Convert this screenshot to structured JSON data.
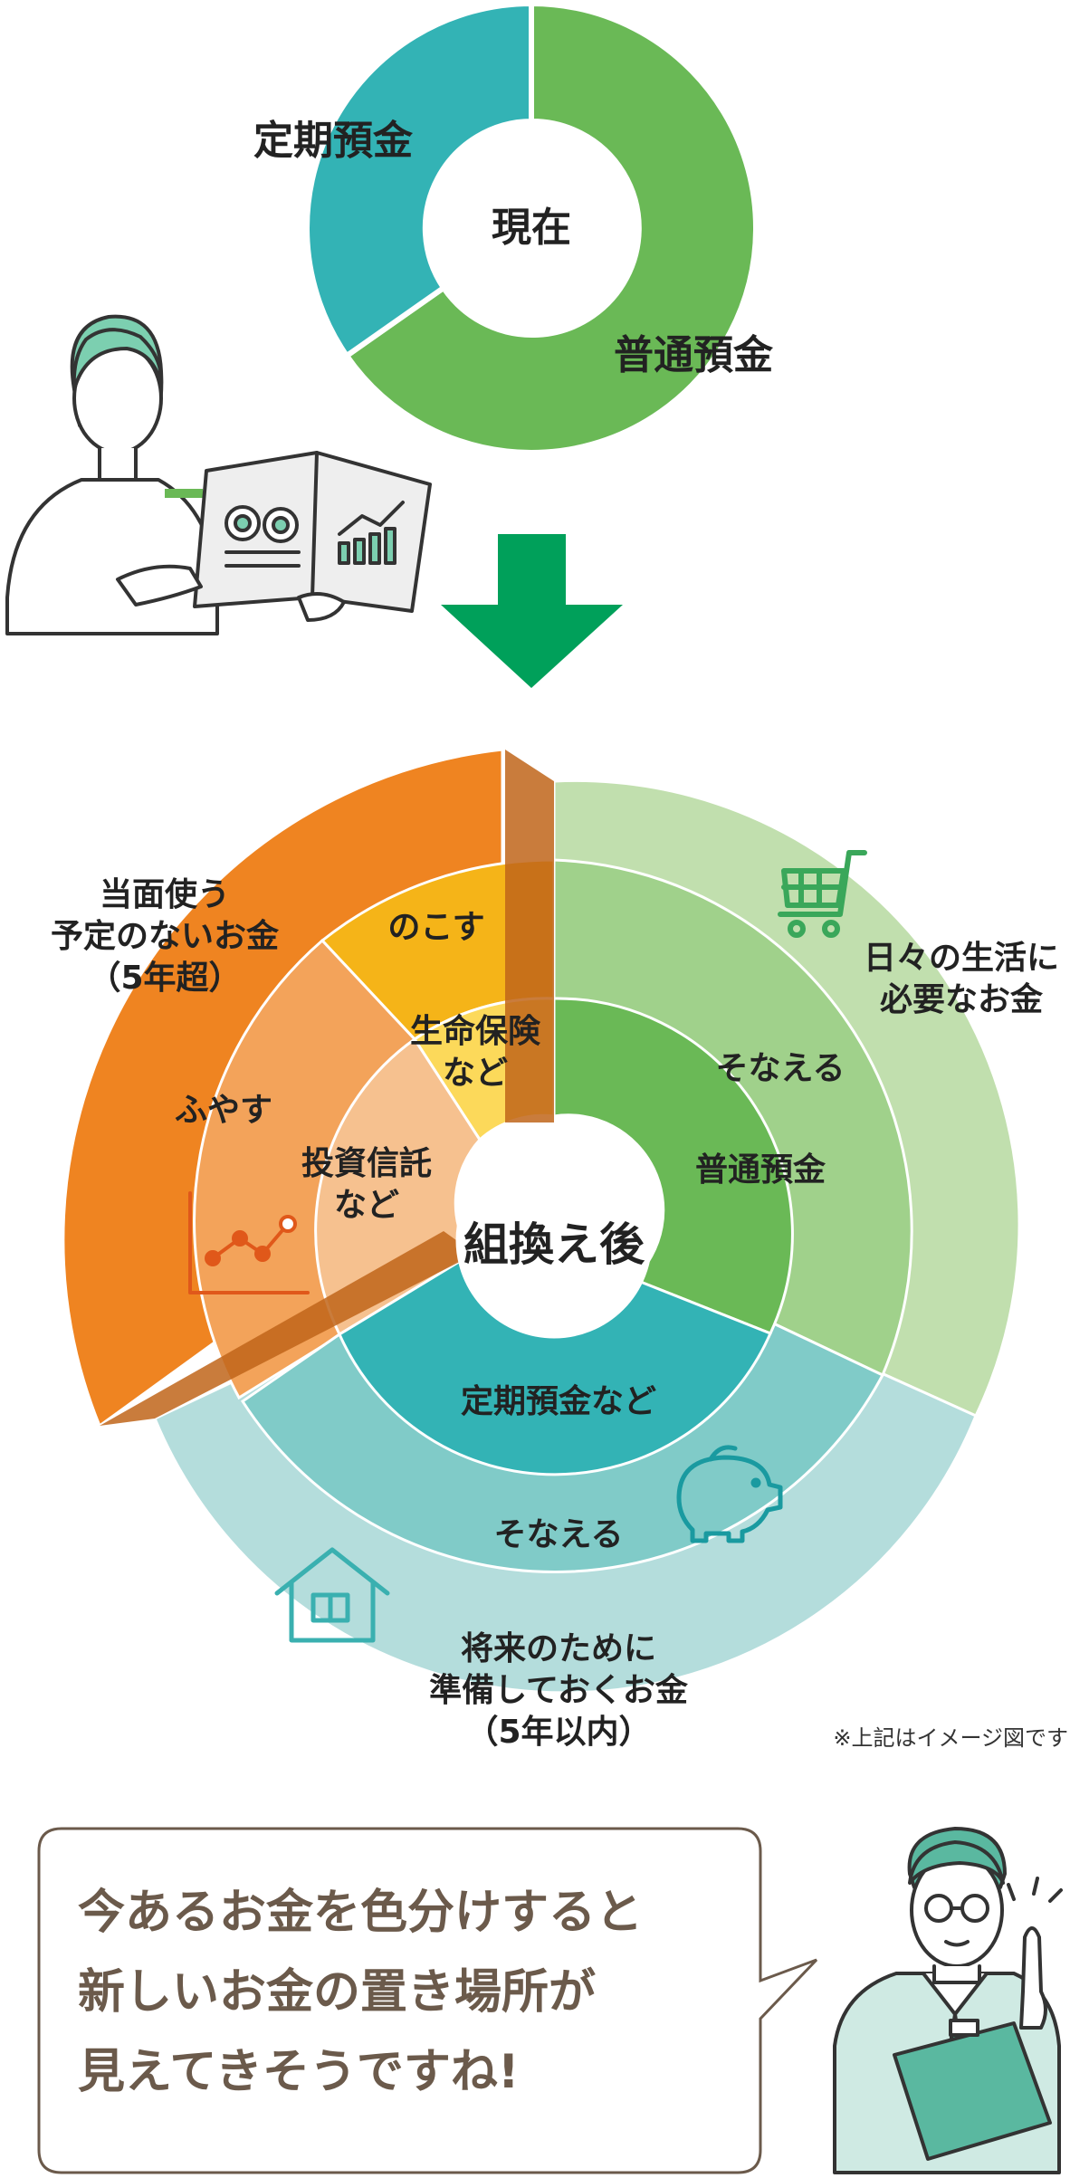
{
  "current_donut": {
    "center": "現在",
    "segments": [
      {
        "label": "普通預金",
        "share": 0.62,
        "color": "#6ab956"
      },
      {
        "label": "定期預金",
        "share": 0.38,
        "color": "#33b3b5"
      }
    ]
  },
  "after_chart": {
    "center": "組換え後",
    "outer_labels": {
      "orange": [
        "当面使う",
        "予定のないお金",
        "（5年超）"
      ],
      "green": [
        "日々の生活に",
        "必要なお金"
      ],
      "teal": [
        "将来のために",
        "準備しておくお金",
        "（5年以内）"
      ]
    },
    "middle_labels": {
      "nokosu": "のこす",
      "fuyasu": "ふやす",
      "sonaeru_green": "そなえる",
      "sonaeru_teal": "そなえる"
    },
    "inner_labels": {
      "insurance": [
        "生命保険",
        "など"
      ],
      "investment": [
        "投資信託",
        "など"
      ],
      "savings": "普通預金",
      "time_deposit": "定期預金など"
    }
  },
  "note": "※上記はイメージ図です",
  "speech_bubble": [
    "今あるお金を色分けすると",
    "新しいお金の置き場所が",
    "見えてきそうですね!"
  ],
  "colors": {
    "arrow": "#00a05a",
    "orange_outer": "#ef8421",
    "orange_mid": "#f3a35a",
    "orange_inner": "#f6c18f",
    "yellow_mid": "#f5b418",
    "yellow_inner": "#fcd95a",
    "green_outer": "#c1dfae",
    "green_mid": "#a0d18b",
    "green_inner": "#6ab956",
    "teal_outer": "#b4dddc",
    "teal_mid": "#80cbc8",
    "teal_inner": "#33b3b5",
    "bubble_border": "#6b5a4b"
  }
}
